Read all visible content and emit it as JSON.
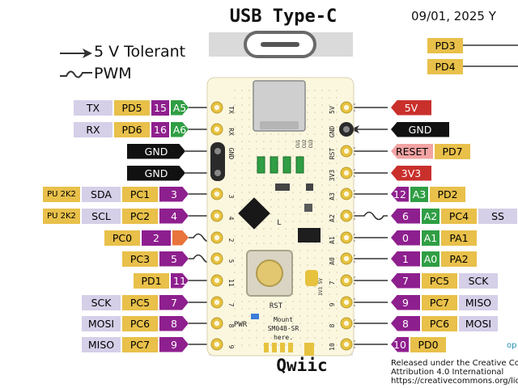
{
  "header": {
    "title": "USB Type-C",
    "date": "09/01, 2025 Y",
    "bottom_title": "Qwiic"
  },
  "legend": {
    "tolerant": {
      "label": "5 V Tolerant",
      "icon": "arrow-icon"
    },
    "pwm": {
      "label": "PWM",
      "icon": "wave-icon"
    }
  },
  "footer": {
    "line1": "Released under the Creative Commons",
    "line2": "Attribution 4.0 International",
    "line3": "https://creativecommons.org/licens",
    "logo_text": "op"
  },
  "board": {
    "silk_left": [
      "TX",
      "RX",
      "GND",
      "",
      "3",
      "4",
      "2",
      "5",
      "11",
      "7",
      "8",
      "9"
    ],
    "silk_right": [
      "5V",
      "GND",
      "RST",
      "3V3",
      "A3",
      "A2",
      "A1",
      "A0",
      "7",
      "9",
      "8",
      "10"
    ],
    "led_labels": [
      "CU1",
      "CU2",
      "CU3"
    ],
    "chip_label": "L",
    "rst_label": "RST",
    "pwr_label": "PWR",
    "mount_text": "Mount SM04B-SR here.",
    "jumper_label": "3V3 5V"
  },
  "top_right": {
    "pins": [
      {
        "label": "PD3",
        "color": "#e8c04a"
      },
      {
        "label": "PD4",
        "color": "#e8c04a"
      }
    ]
  },
  "left_rows": [
    {
      "labels": [
        {
          "text": "TX",
          "color": "#d5cfe8"
        },
        {
          "text": "PD5",
          "color": "#e8c04a"
        },
        {
          "text": "15",
          "color": "#8e1f8e"
        },
        {
          "text": "A5",
          "color": "#2f9e44"
        }
      ]
    },
    {
      "labels": [
        {
          "text": "RX",
          "color": "#d5cfe8"
        },
        {
          "text": "PD6",
          "color": "#e8c04a"
        },
        {
          "text": "16",
          "color": "#8e1f8e"
        },
        {
          "text": "A6",
          "color": "#2f9e44"
        }
      ]
    },
    {
      "labels": [
        {
          "text": "GND",
          "color": "#111111"
        }
      ]
    },
    {
      "labels": [
        {
          "text": "GND",
          "color": "#111111"
        }
      ]
    },
    {
      "labels": [
        {
          "text": "PU 2K2",
          "color": "#e8c04a"
        },
        {
          "text": "SDA",
          "color": "#d5cfe8"
        },
        {
          "text": "PC1",
          "color": "#e8c04a"
        },
        {
          "text": "3",
          "color": "#8e1f8e"
        }
      ]
    },
    {
      "labels": [
        {
          "text": "PU 2K2",
          "color": "#e8c04a"
        },
        {
          "text": "SCL",
          "color": "#d5cfe8"
        },
        {
          "text": "PC2",
          "color": "#e8c04a"
        },
        {
          "text": "4",
          "color": "#8e1f8e"
        }
      ]
    },
    {
      "labels": [
        {
          "text": "PC0",
          "color": "#e8c04a"
        },
        {
          "text": "2",
          "color": "#8e1f8e"
        },
        {
          "text": "",
          "color": "#e8743b"
        }
      ]
    },
    {
      "labels": [
        {
          "text": "PC3",
          "color": "#e8c04a"
        },
        {
          "text": "5",
          "color": "#8e1f8e"
        }
      ]
    },
    {
      "labels": [
        {
          "text": "PD1",
          "color": "#e8c04a"
        },
        {
          "text": "11",
          "color": "#8e1f8e"
        }
      ]
    },
    {
      "labels": [
        {
          "text": "SCK",
          "color": "#d5cfe8"
        },
        {
          "text": "PC5",
          "color": "#e8c04a"
        },
        {
          "text": "7",
          "color": "#8e1f8e"
        }
      ]
    },
    {
      "labels": [
        {
          "text": "MOSI",
          "color": "#d5cfe8"
        },
        {
          "text": "PC6",
          "color": "#e8c04a"
        },
        {
          "text": "8",
          "color": "#8e1f8e"
        }
      ]
    },
    {
      "labels": [
        {
          "text": "MISO",
          "color": "#d5cfe8"
        },
        {
          "text": "PC7",
          "color": "#e8c04a"
        },
        {
          "text": "9",
          "color": "#8e1f8e"
        }
      ]
    }
  ],
  "right_rows": [
    {
      "labels": [
        {
          "text": "5V",
          "color": "#c9302c"
        }
      ]
    },
    {
      "labels": [
        {
          "text": "GND",
          "color": "#111111"
        }
      ]
    },
    {
      "labels": [
        {
          "text": "RESET",
          "color": "#f2a3a3"
        },
        {
          "text": "PD7",
          "color": "#e8c04a"
        }
      ]
    },
    {
      "labels": [
        {
          "text": "3V3",
          "color": "#c9302c"
        }
      ]
    },
    {
      "labels": [
        {
          "text": "12",
          "color": "#8e1f8e"
        },
        {
          "text": "A3",
          "color": "#2f9e44"
        },
        {
          "text": "PD2",
          "color": "#e8c04a"
        }
      ]
    },
    {
      "labels": [
        {
          "text": "6",
          "color": "#8e1f8e"
        },
        {
          "text": "A2",
          "color": "#2f9e44"
        },
        {
          "text": "PC4",
          "color": "#e8c04a"
        },
        {
          "text": "SS",
          "color": "#d5cfe8"
        }
      ]
    },
    {
      "labels": [
        {
          "text": "0",
          "color": "#8e1f8e"
        },
        {
          "text": "A1",
          "color": "#2f9e44"
        },
        {
          "text": "PA1",
          "color": "#e8c04a"
        }
      ]
    },
    {
      "labels": [
        {
          "text": "1",
          "color": "#8e1f8e"
        },
        {
          "text": "A0",
          "color": "#2f9e44"
        },
        {
          "text": "PA2",
          "color": "#e8c04a"
        }
      ]
    },
    {
      "labels": [
        {
          "text": "7",
          "color": "#8e1f8e"
        },
        {
          "text": "PC5",
          "color": "#e8c04a"
        },
        {
          "text": "SCK",
          "color": "#d5cfe8"
        }
      ]
    },
    {
      "labels": [
        {
          "text": "9",
          "color": "#8e1f8e"
        },
        {
          "text": "PC7",
          "color": "#e8c04a"
        },
        {
          "text": "MISO",
          "color": "#d5cfe8"
        }
      ]
    },
    {
      "labels": [
        {
          "text": "8",
          "color": "#8e1f8e"
        },
        {
          "text": "PC6",
          "color": "#e8c04a"
        },
        {
          "text": "MOSI",
          "color": "#d5cfe8"
        }
      ]
    },
    {
      "labels": [
        {
          "text": "10",
          "color": "#8e1f8e"
        },
        {
          "text": "PD0",
          "color": "#e8c04a"
        }
      ]
    }
  ]
}
